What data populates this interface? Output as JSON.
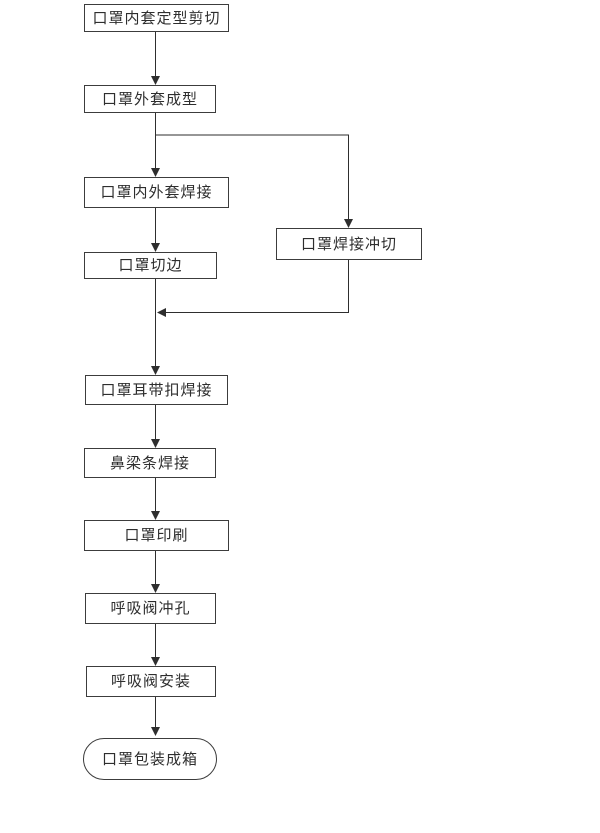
{
  "diagram": {
    "type": "flowchart",
    "background_color": "#ffffff",
    "line_color": "#2e2e2e",
    "box_border_color": "#3c3c3c",
    "text_color": "#2e2e2e"
  },
  "nodes": [
    {
      "id": "inner-shaping-cut",
      "label": "口罩内套定型剪切",
      "shape": "rect"
    },
    {
      "id": "outer-forming",
      "label": "口罩外套成型",
      "shape": "rect"
    },
    {
      "id": "inner-outer-welding",
      "label": "口罩内外套焊接",
      "shape": "rect"
    },
    {
      "id": "edge-trimming",
      "label": "口罩切边",
      "shape": "rect"
    },
    {
      "id": "welding-punch-cut",
      "label": "口罩焊接冲切",
      "shape": "rect"
    },
    {
      "id": "ear-strap-welding",
      "label": "口罩耳带扣焊接",
      "shape": "rect"
    },
    {
      "id": "nose-bridge-welding",
      "label": "鼻梁条焊接",
      "shape": "rect"
    },
    {
      "id": "mask-printing",
      "label": "口罩印刷",
      "shape": "rect"
    },
    {
      "id": "valve-punching",
      "label": "呼吸阀冲孔",
      "shape": "rect"
    },
    {
      "id": "valve-installation",
      "label": "呼吸阀安装",
      "shape": "rect"
    },
    {
      "id": "packing-into-boxes",
      "label": "口罩包装成箱",
      "shape": "stadium"
    }
  ],
  "edges": [
    {
      "from": "inner-shaping-cut",
      "to": "outer-forming"
    },
    {
      "from": "outer-forming",
      "to": "inner-outer-welding"
    },
    {
      "from": "outer-forming",
      "to": "welding-punch-cut"
    },
    {
      "from": "inner-outer-welding",
      "to": "edge-trimming"
    },
    {
      "from": "edge-trimming",
      "to": "ear-strap-welding"
    },
    {
      "from": "welding-punch-cut",
      "to": "ear-strap-welding"
    },
    {
      "from": "ear-strap-welding",
      "to": "nose-bridge-welding"
    },
    {
      "from": "nose-bridge-welding",
      "to": "mask-printing"
    },
    {
      "from": "mask-printing",
      "to": "valve-punching"
    },
    {
      "from": "valve-punching",
      "to": "valve-installation"
    },
    {
      "from": "valve-installation",
      "to": "packing-into-boxes"
    }
  ]
}
